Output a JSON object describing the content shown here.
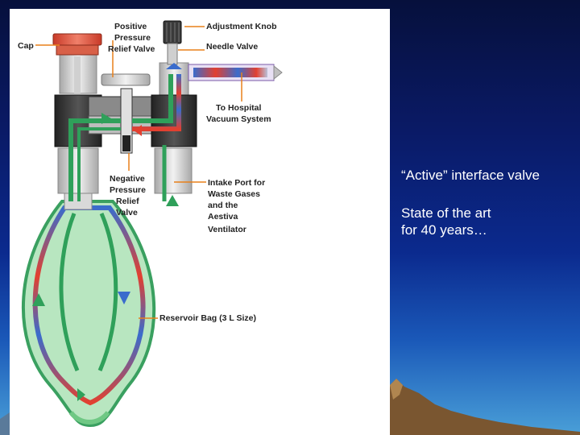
{
  "slide": {
    "title": "“Active” interface valve",
    "subtitle_lines": [
      "State of the art",
      "for 40 years…"
    ]
  },
  "diagram": {
    "labels": {
      "cap": "Cap",
      "positive_relief": [
        "Positive",
        "Pressure",
        "Relief  Valve"
      ],
      "adjustment_knob": "Adjustment Knob",
      "needle_valve": "Needle Valve",
      "hospital_vacuum": [
        "To Hospital",
        "Vacuum System"
      ],
      "negative_relief": [
        "Negative",
        "Pressure",
        "Relief",
        "Valve"
      ],
      "intake_port": [
        "Intake Port for",
        "Waste Gases",
        "and the",
        "Aestiva",
        "Ventilator"
      ],
      "reservoir_bag": "Reservoir Bag (3 L Size)"
    }
  },
  "colors": {
    "callout": "#e8801a",
    "flow_green": "#2fa05a",
    "flow_red": "#e24030",
    "flow_blue": "#3a6ccc",
    "body_dark": "#3a3a3a",
    "body_light": "#d9d9d9",
    "cap_red": "#e8604a"
  }
}
